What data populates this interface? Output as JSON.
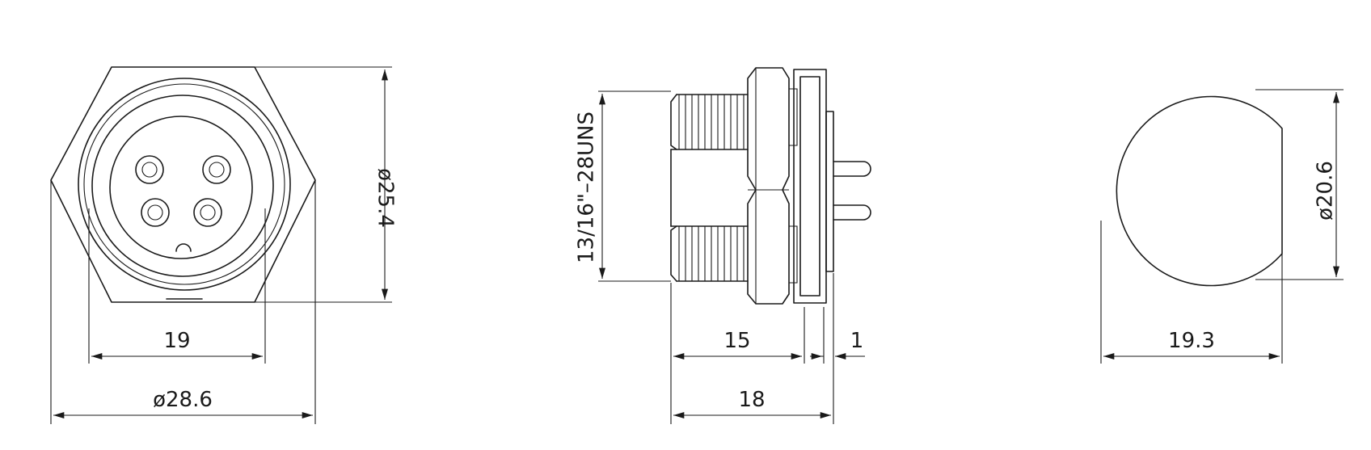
{
  "front_view": {
    "dim_hex_body_diameter": "ø25.4",
    "dim_thread_width": "19",
    "dim_flange_diameter": "ø28.6"
  },
  "side_view": {
    "dim_thread_spec": "13/16\"–28UNS",
    "dim_body_length": "15",
    "dim_flange_thickness": "1",
    "dim_total_length": "18"
  },
  "cutout_view": {
    "dim_flat_diameter": "ø20.6",
    "dim_cutout_width": "19.3"
  }
}
